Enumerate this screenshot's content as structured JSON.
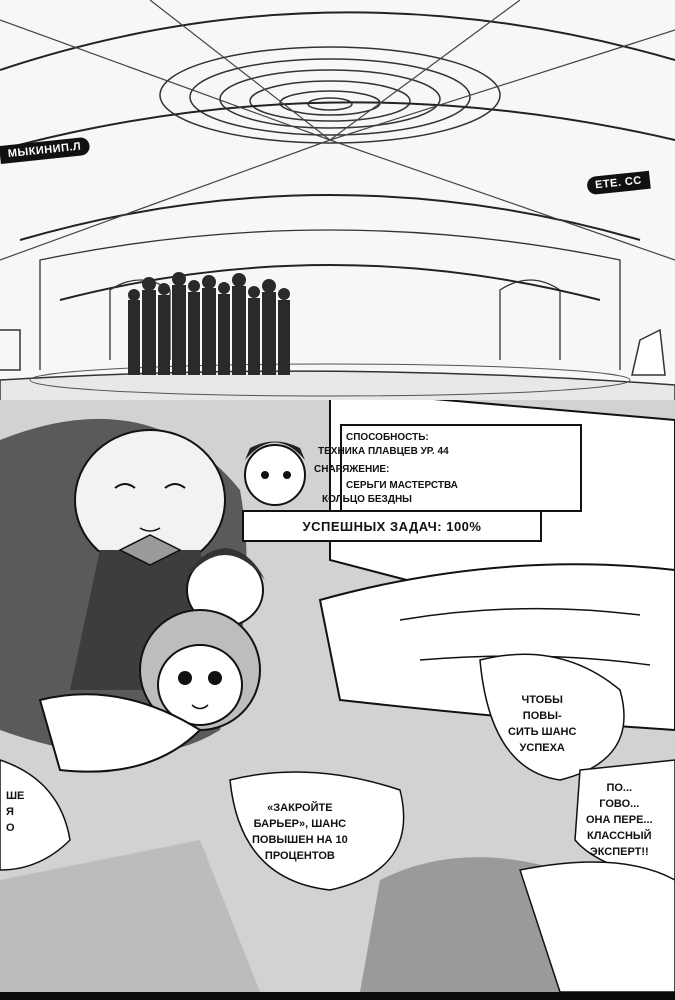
{
  "banners": {
    "left": "МЫКИНИП.Л",
    "right": "ЕТЕ. СС"
  },
  "status": {
    "ability_label": "СПОСОБНОСТЬ:",
    "ability_value": "ТЕХНИКА ПЛАВЦЕВ УР. 44",
    "equipment_label": "СНАРЯЖЕНИЕ:",
    "equipment_value_1": "СЕРЬГИ МАСТЕРСТВА",
    "equipment_value_2": "КОЛЬЦО БЕЗДНЫ",
    "success": "УСПЕШНЫХ ЗАДАЧ: 100%"
  },
  "speech": {
    "bubble1": "ЧТОБЫ\nПОВЫ-\nСИТЬ ШАНС\nУСПЕХА",
    "bubble2": "«ЗАКРОЙТЕ\nБАРЬЕР», ШАНС\nПОВЫШЕН НА 10\nПРОЦЕНТОВ",
    "bubble3": "ПО...\nГОВО...\nОНА ПЕРЕ...\nКЛАССНЫЙ\nЭКСПЕРТ!!",
    "bubble4": "ШЕ\nЯ\nО"
  }
}
